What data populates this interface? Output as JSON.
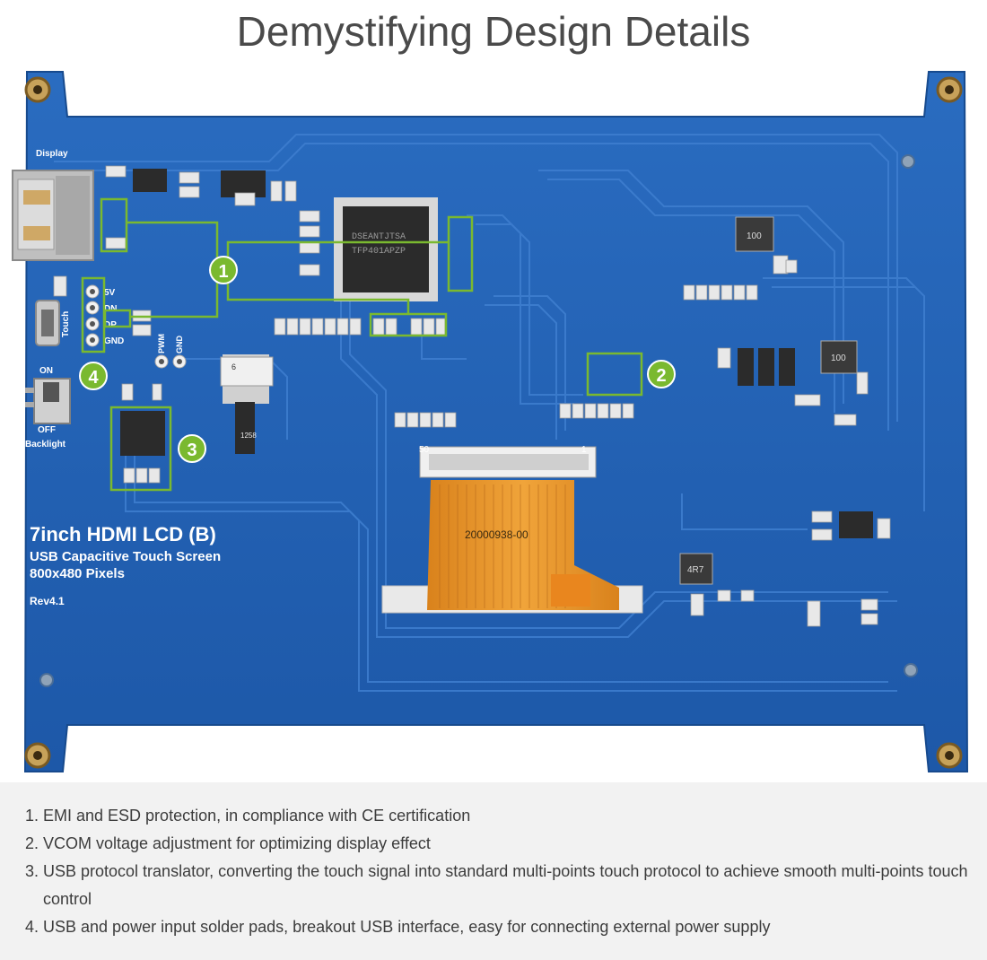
{
  "title": "Demystifying Design Details",
  "board": {
    "label_display": "Display",
    "label_touch": "Touch",
    "pins": [
      "5V",
      "DN",
      "DP",
      "GND"
    ],
    "label_pwm": "PWM",
    "label_gnd": "GND",
    "switch_on": "ON",
    "switch_off": "OFF",
    "label_backlight": "Backlight",
    "product_name": "7inch HDMI LCD (B)",
    "product_line1": "USB Capacitive Touch Screen",
    "product_line2": "800x480 Pixels",
    "revision": "Rev4.1",
    "fpc_code": "20000938-00",
    "fpc_pin_50": "50",
    "fpc_pin_1": "1",
    "chip_text_1": "DSEANTJTSA",
    "chip_text_2": "TFP401APZP",
    "inductor_1": "100",
    "inductor_2": "100",
    "inductor_3": "4R7",
    "ribbon_pin": "6",
    "ribbon_text": "1258"
  },
  "callouts": [
    "1",
    "2",
    "3",
    "4"
  ],
  "colors": {
    "pcb": "#1f5fb3",
    "callout": "#7ab92f",
    "fpc": "#e38a1f"
  },
  "features": [
    {
      "num": "1.",
      "text": "EMI and ESD protection, in compliance with CE certification"
    },
    {
      "num": "2.",
      "text": "VCOM voltage adjustment for optimizing display effect"
    },
    {
      "num": "3.",
      "text": "USB protocol translator, converting the touch signal into standard multi-points touch protocol to achieve smooth multi-points touch control"
    },
    {
      "num": "4.",
      "text": "USB and power input solder pads, breakout USB interface, easy for connecting external power supply"
    }
  ]
}
